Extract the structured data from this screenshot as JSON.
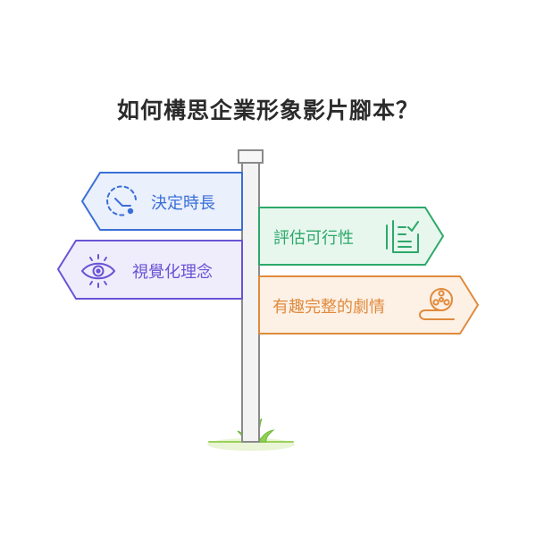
{
  "title": "如何構思企業形象影片腳本？",
  "signs": [
    {
      "label": "決定時長",
      "icon": "clock-icon",
      "color": "#3a6fd8",
      "fill": "#eaf0fc"
    },
    {
      "label": "評估可行性",
      "icon": "checklist-document-icon",
      "color": "#2ea86a",
      "fill": "#e7f7ee"
    },
    {
      "label": "視覺化理念",
      "icon": "eye-icon",
      "color": "#6a52d6",
      "fill": "#efedfb"
    },
    {
      "label": "有趣完整的劇情",
      "icon": "film-reel-icon",
      "color": "#e08a3c",
      "fill": "#fdf1e6"
    }
  ]
}
